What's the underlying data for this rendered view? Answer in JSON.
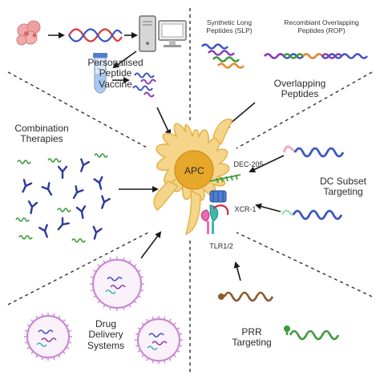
{
  "labels": {
    "personalised": "Personalised\nPeptide\nVaccine",
    "slp": "Synthetic Long\nPeptides (SLP)",
    "rop": "Recombiant Overlapping\nPeptides (ROP)",
    "overlapping": "Overlapping\nPeptides",
    "combination": "Combination\nTherapies",
    "dc_subset": "DC Subset\nTargeting",
    "drug_delivery": "Drug\nDelivery\nSystems",
    "prr": "PRR\nTargeting",
    "apc": "APC",
    "dec205": "DEC-205",
    "xcr1": "XCR-1",
    "tlr": "TLR1/2"
  },
  "colors": {
    "cell_body": "#f4d58a",
    "cell_outline": "#e3b247",
    "nucleus": "#e6a72a",
    "arrow": "#1a1a1a",
    "peptide_blue": "#3d56c2",
    "peptide_purple": "#8a3fb4",
    "peptide_green": "#3f9a3a",
    "peptide_orange": "#e38a2a",
    "peptide_pink": "#f0a8c8",
    "peptide_teal": "#3fb8b0",
    "peptide_brown": "#8a5a2a",
    "antibody_blue": "#2a3a9a",
    "nanoparticle_ring": "#c98ad0"
  },
  "icons": [
    "tumor-cells-icon",
    "dna-icon",
    "computer-icon",
    "test-tube-icon",
    "antibody-icon",
    "nanoparticle-icon",
    "receptor-icon"
  ]
}
